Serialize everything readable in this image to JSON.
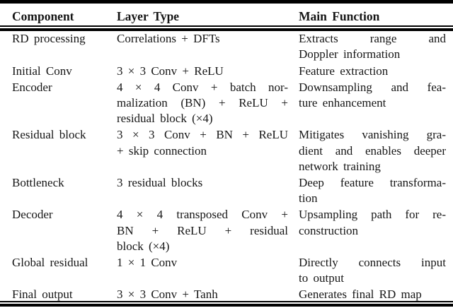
{
  "table": {
    "headers": [
      {
        "label": "Component"
      },
      {
        "label": "Layer Type"
      },
      {
        "label": "Main Function"
      }
    ],
    "rows": [
      {
        "component": [
          "RD processing"
        ],
        "layer_type": [
          "Correlations + DFTs"
        ],
        "main_function": [
          "Extracts range and",
          "Doppler information"
        ]
      },
      {
        "component": [
          "Initial Conv"
        ],
        "layer_type": [
          "3 × 3 Conv + ReLU"
        ],
        "main_function": [
          "Feature extraction"
        ]
      },
      {
        "component": [
          "Encoder"
        ],
        "layer_type": [
          "4 × 4 Conv + batch nor-",
          "malization (BN) + ReLU +",
          "residual block (×4)"
        ],
        "main_function": [
          "Downsampling and fea-",
          "ture enhancement"
        ]
      },
      {
        "component": [
          "Residual block"
        ],
        "layer_type": [
          "3 × 3 Conv + BN + ReLU",
          "+ skip connection"
        ],
        "main_function": [
          "Mitigates vanishing gra-",
          "dient and enables deeper",
          "network training"
        ]
      },
      {
        "component": [
          "Bottleneck"
        ],
        "layer_type": [
          "3 residual blocks"
        ],
        "main_function": [
          "Deep feature transforma-",
          "tion"
        ]
      },
      {
        "component": [
          "Decoder"
        ],
        "layer_type": [
          "4 × 4 transposed Conv +",
          "BN + ReLU + residual",
          "block (×4)"
        ],
        "main_function": [
          "Upsampling path for re-",
          "construction"
        ]
      },
      {
        "component": [
          "Global residual"
        ],
        "layer_type": [
          "1 × 1 Conv"
        ],
        "main_function": [
          "Directly connects input",
          "to output"
        ]
      },
      {
        "component": [
          "Final output"
        ],
        "layer_type": [
          "3 × 3 Conv + Tanh"
        ],
        "main_function": [
          "Generates final RD map"
        ]
      }
    ]
  },
  "colors": {
    "text": "#161616",
    "rule": "#000000",
    "background": "#ffffff"
  }
}
